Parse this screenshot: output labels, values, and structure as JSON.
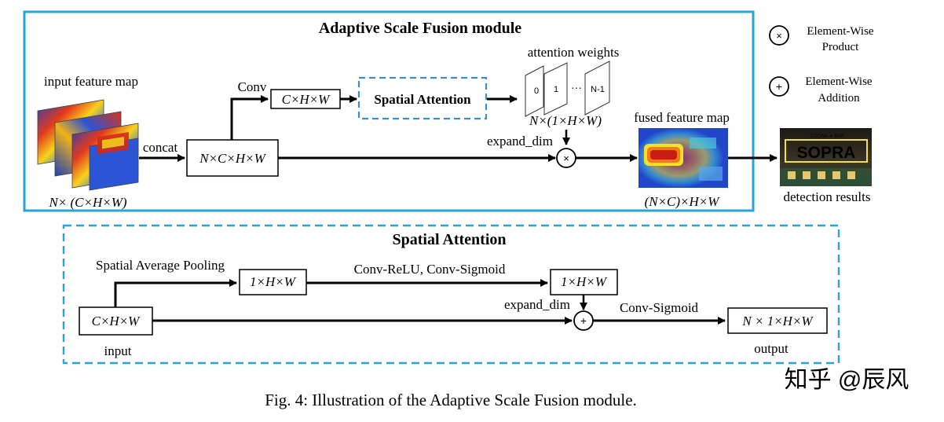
{
  "asf": {
    "title": "Adaptive Scale Fusion module",
    "input_label": "input feature map",
    "input_dims": "N× (C×H×W)",
    "concat_label": "concat",
    "concat_dims": "N×C×H×W",
    "conv_label": "Conv",
    "conv_dims": "C×H×W",
    "spatial_attention": "Spatial Attention",
    "attention_weights_label": "attention weights",
    "weight_labels": [
      "0",
      "1",
      "N-1"
    ],
    "ellipsis": "···",
    "weights_dims": "N×(1×H×W)",
    "expand_dim": "expand_dim",
    "fused_label": "fused feature map",
    "fused_dims": "(N×C)×H×W",
    "detection_label": "detection results",
    "sign_text": "SOPRA",
    "sign_small": "CUCINA ✦ BAR",
    "frame_color": "#29a3d9"
  },
  "legend": {
    "product_symbol": "×",
    "product_line1": "Element-Wise",
    "product_line2": "Product",
    "addition_symbol": "+",
    "addition_line1": "Element-Wise",
    "addition_line2": "Addition"
  },
  "sa": {
    "title": "Spatial Attention",
    "pooling_label": "Spatial Average Pooling",
    "pool_dims": "1×H×W",
    "conv_relu_label": "Conv-ReLU, Conv-Sigmoid",
    "pool_out_dims": "1×H×W",
    "expand_dim": "expand_dim",
    "conv_sigmoid_label": "Conv-Sigmoid",
    "input_dims": "C×H×W",
    "input_label": "input",
    "output_dims": "N × 1×H×W",
    "output_label": "output",
    "frame_color": "#29a3d9"
  },
  "caption": "Fig. 4: Illustration of the Adaptive Scale Fusion module.",
  "watermark": "知乎 @辰风"
}
